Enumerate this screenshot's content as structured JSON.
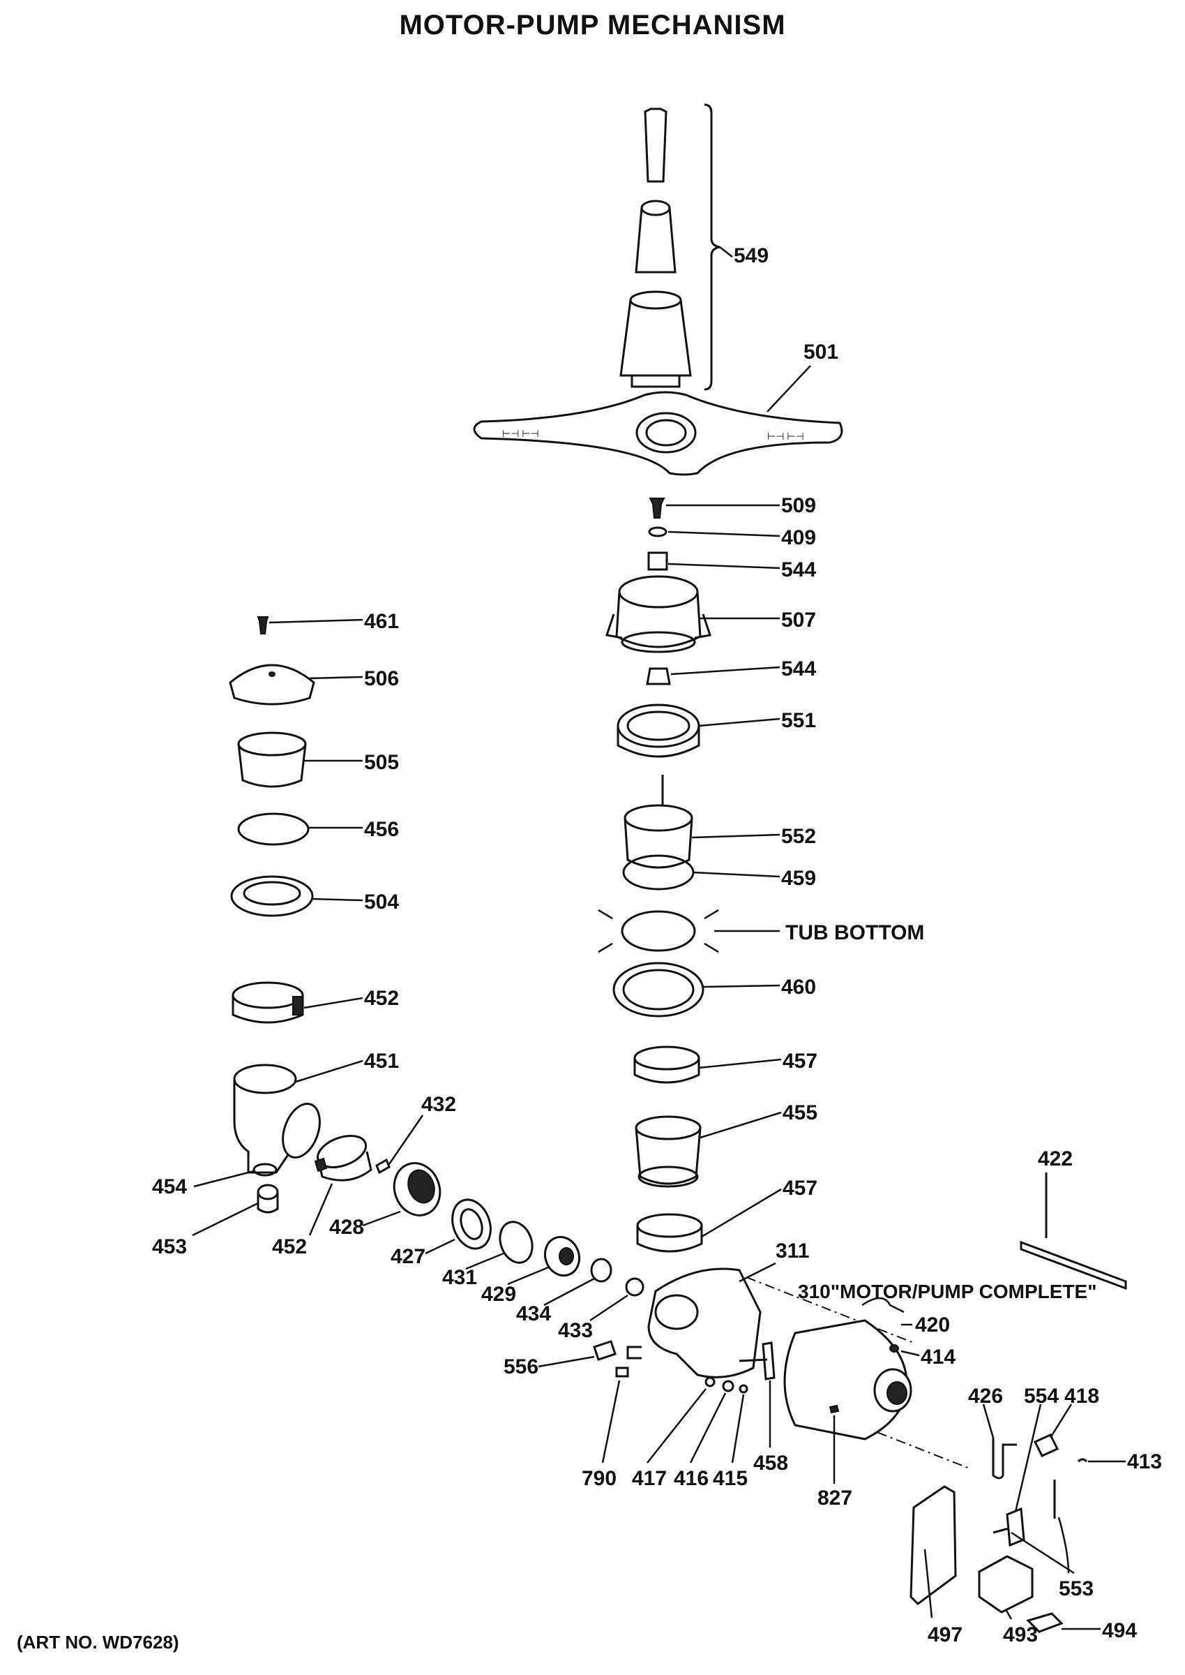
{
  "title": "MOTOR-PUMP MECHANISM",
  "art_no": "(ART NO. WD7628)",
  "labels": {
    "l549": "549",
    "l501": "501",
    "l509": "509",
    "l409": "409",
    "l544a": "544",
    "l507": "507",
    "l544b": "544",
    "l551": "551",
    "l552": "552",
    "l459": "459",
    "l_tub": "TUB BOTTOM",
    "l460": "460",
    "l457a": "457",
    "l455": "455",
    "l457b": "457",
    "l311": "311",
    "l310": "310\"MOTOR/PUMP COMPLETE\"",
    "l420": "420",
    "l414": "414",
    "l422": "422",
    "l461": "461",
    "l506": "506",
    "l505": "505",
    "l456": "456",
    "l504": "504",
    "l452a": "452",
    "l451": "451",
    "l432": "432",
    "l454": "454",
    "l453": "453",
    "l452b": "452",
    "l428": "428",
    "l427": "427",
    "l431": "431",
    "l429": "429",
    "l434": "434",
    "l433": "433",
    "l556": "556",
    "l790": "790",
    "l417": "417",
    "l416": "416",
    "l415": "415",
    "l458": "458",
    "l827": "827",
    "l426": "426",
    "l554": "554",
    "l418": "418",
    "l413": "413",
    "l553": "553",
    "l497": "497",
    "l493": "493",
    "l494": "494"
  }
}
